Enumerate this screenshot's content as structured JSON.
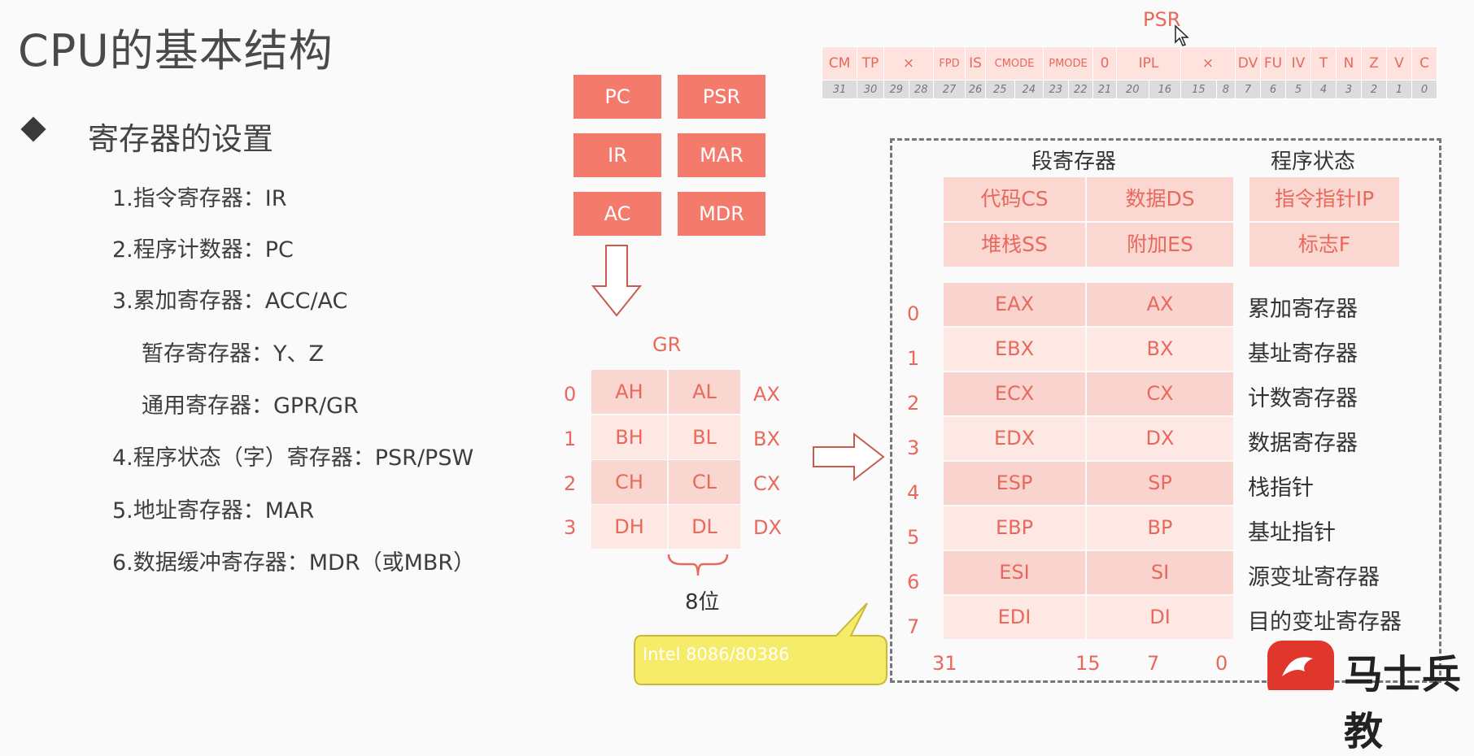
{
  "slide": {
    "title": "CPU的基本结构",
    "heading": "寄存器的设置",
    "items": [
      "1.指令寄存器：IR",
      "2.程序计数器：PC",
      "3.累加寄存器：ACC/AC",
      "暂存寄存器：Y、Z",
      "通用寄存器：GPR/GR",
      "4.程序状态（字）寄存器：PSR/PSW",
      "5.地址寄存器：MAR",
      "6.数据缓冲寄存器：MDR（或MBR）"
    ]
  },
  "cpu_regs": [
    "PC",
    "PSR",
    "IR",
    "MAR",
    "AC",
    "MDR"
  ],
  "gr": {
    "title": "GR",
    "rows": [
      {
        "idx": "0",
        "hi": "AH",
        "lo": "AL",
        "name": "AX"
      },
      {
        "idx": "1",
        "hi": "BH",
        "lo": "BL",
        "name": "BX"
      },
      {
        "idx": "2",
        "hi": "CH",
        "lo": "CL",
        "name": "CX"
      },
      {
        "idx": "3",
        "hi": "DH",
        "lo": "DL",
        "name": "DX"
      }
    ],
    "width_label": "8位"
  },
  "psr": {
    "label": "PSR",
    "fields": [
      "CM",
      "TP",
      "×",
      "FPD",
      "IS",
      "CMODE",
      "PMODE",
      "0",
      "IPL",
      "×",
      "DV",
      "FU",
      "IV",
      "T",
      "N",
      "Z",
      "V",
      "C"
    ],
    "bits": [
      "31",
      "30",
      "29",
      "28",
      "27",
      "26",
      "25",
      "24",
      "23",
      "22",
      "21",
      "20",
      "16",
      "15",
      "8",
      "7",
      "6",
      "5",
      "4",
      "3",
      "2",
      "1",
      "0"
    ]
  },
  "x86": {
    "seg_header": "段寄存器",
    "status_header": "程序状态",
    "segments": [
      "代码CS",
      "数据DS",
      "堆栈SS",
      "附加ES"
    ],
    "status": [
      "指令指针IP",
      "标志F"
    ],
    "registers": [
      {
        "idx": "0",
        "e": "EAX",
        "r": "AX",
        "desc": "累加寄存器"
      },
      {
        "idx": "1",
        "e": "EBX",
        "r": "BX",
        "desc": "基址寄存器"
      },
      {
        "idx": "2",
        "e": "ECX",
        "r": "CX",
        "desc": "计数寄存器"
      },
      {
        "idx": "3",
        "e": "EDX",
        "r": "DX",
        "desc": "数据寄存器"
      },
      {
        "idx": "4",
        "e": "ESP",
        "r": "SP",
        "desc": "栈指针"
      },
      {
        "idx": "5",
        "e": "EBP",
        "r": "BP",
        "desc": "基址指针"
      },
      {
        "idx": "6",
        "e": "ESI",
        "r": "SI",
        "desc": "源变址寄存器"
      },
      {
        "idx": "7",
        "e": "EDI",
        "r": "DI",
        "desc": "目的变址寄存器"
      }
    ],
    "bit_labels": [
      "31",
      "15",
      "7",
      "0"
    ]
  },
  "callout": "Intel 8086/80386",
  "logo": "马士兵教",
  "colors": {
    "accent": "#f47a6c",
    "accent_text": "#e8695c",
    "cell_light": "#fde8e4",
    "cell_dark": "#f9d6d0",
    "callout": "#f6ec6a"
  }
}
